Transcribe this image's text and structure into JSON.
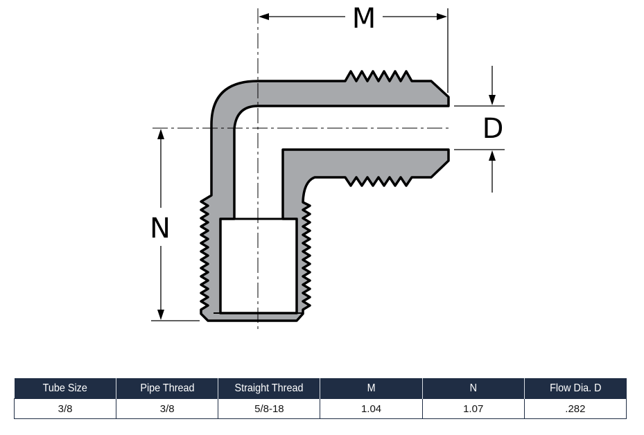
{
  "dimensions": {
    "m_label": "M",
    "n_label": "N",
    "d_label": "D"
  },
  "table": {
    "headers": [
      "Tube Size",
      "Pipe Thread",
      "Straight Thread",
      "M",
      "N",
      "Flow Dia. D"
    ],
    "rows": [
      [
        "3/8",
        "3/8",
        "5/8-18",
        "1.04",
        "1.07",
        ".282"
      ]
    ]
  },
  "colors": {
    "body_fill": "#a7a9ac",
    "outline": "#000000",
    "header_bg": "#1f2d44"
  }
}
